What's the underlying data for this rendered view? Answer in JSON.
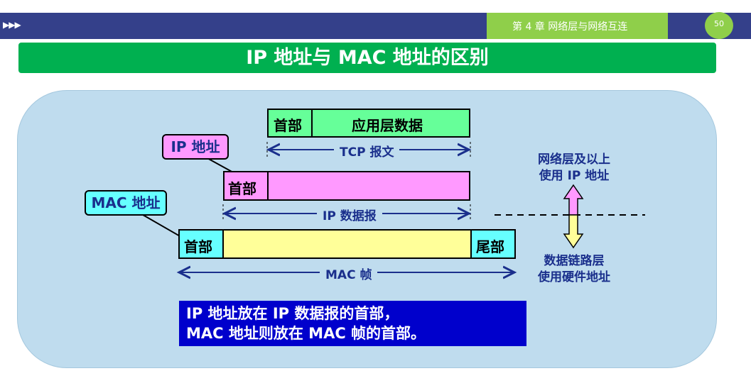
{
  "header": {
    "nav_arrows": "▶▶▶",
    "chapter": "第 4 章  网络层与网络互连",
    "page_number": "50"
  },
  "slide": {
    "title": "IP 地址与 MAC 地址的区别"
  },
  "diagram": {
    "tcp_header": "首部",
    "app_data": "应用层数据",
    "tcp_segment_label": "TCP 报文",
    "ip_header": "首部",
    "ip_datagram_label": "IP 数据报",
    "frame_header": "首部",
    "frame_trailer": "尾部",
    "mac_frame_label": "MAC 帧",
    "ip_callout": "IP 地址",
    "mac_callout": "MAC 地址",
    "upper_layer_line1": "网络层及以上",
    "upper_layer_line2": "使用 IP 地址",
    "lower_layer_line1": "数据链路层",
    "lower_layer_line2": "使用硬件地址",
    "note_line1": "IP 地址放在 IP 数据报的首部，",
    "note_line2": "MAC 地址则放在 MAC 帧的首部。"
  },
  "colors": {
    "top_bar": "#34408a",
    "accent_green": "#8fcf4a",
    "title_green": "#00b050",
    "panel_blue": "#bfdcee",
    "tcp_green": "#66ff99",
    "ip_pink": "#ff99ff",
    "mac_cyan": "#66ffff",
    "frame_yellow": "#ffff99",
    "note_blue": "#0000cc"
  }
}
